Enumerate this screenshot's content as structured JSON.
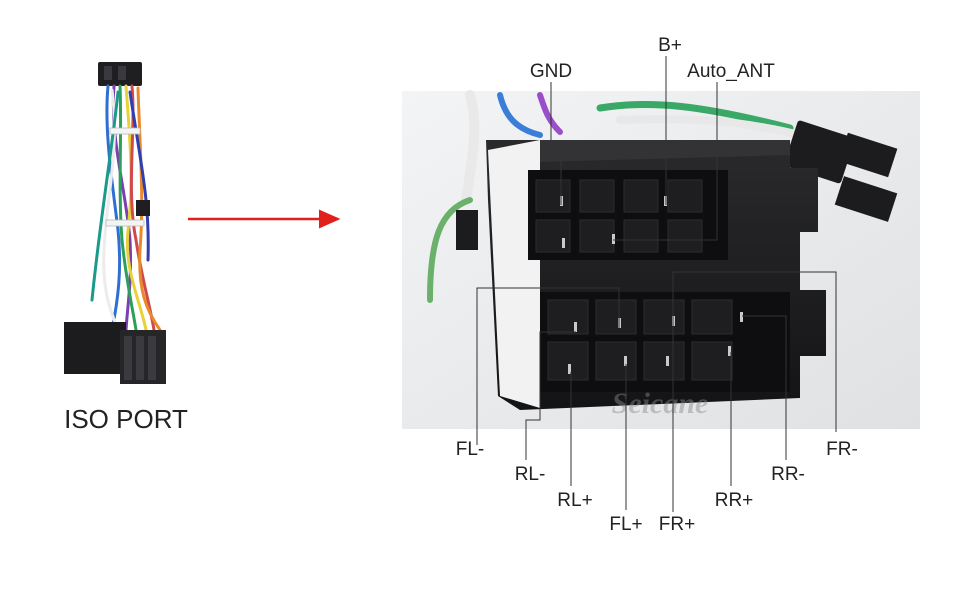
{
  "left_caption": "ISO PORT",
  "watermark": "Seicane",
  "pins": {
    "gnd": "GND",
    "b_plus": "B+",
    "auto_ant": "Auto_ANT",
    "fl_minus": "FL-",
    "rl_minus": "RL-",
    "rl_plus": "RL+",
    "fl_plus": "FL+",
    "fr_plus": "FR+",
    "rr_plus": "RR+",
    "rr_minus": "RR-",
    "fr_minus": "FR-"
  },
  "colors": {
    "arrow": "#e0201c",
    "leader_line": "#333333",
    "connector_body": "#1c1c1e",
    "photo_background": "#ecedee",
    "label_text": "#222222"
  }
}
